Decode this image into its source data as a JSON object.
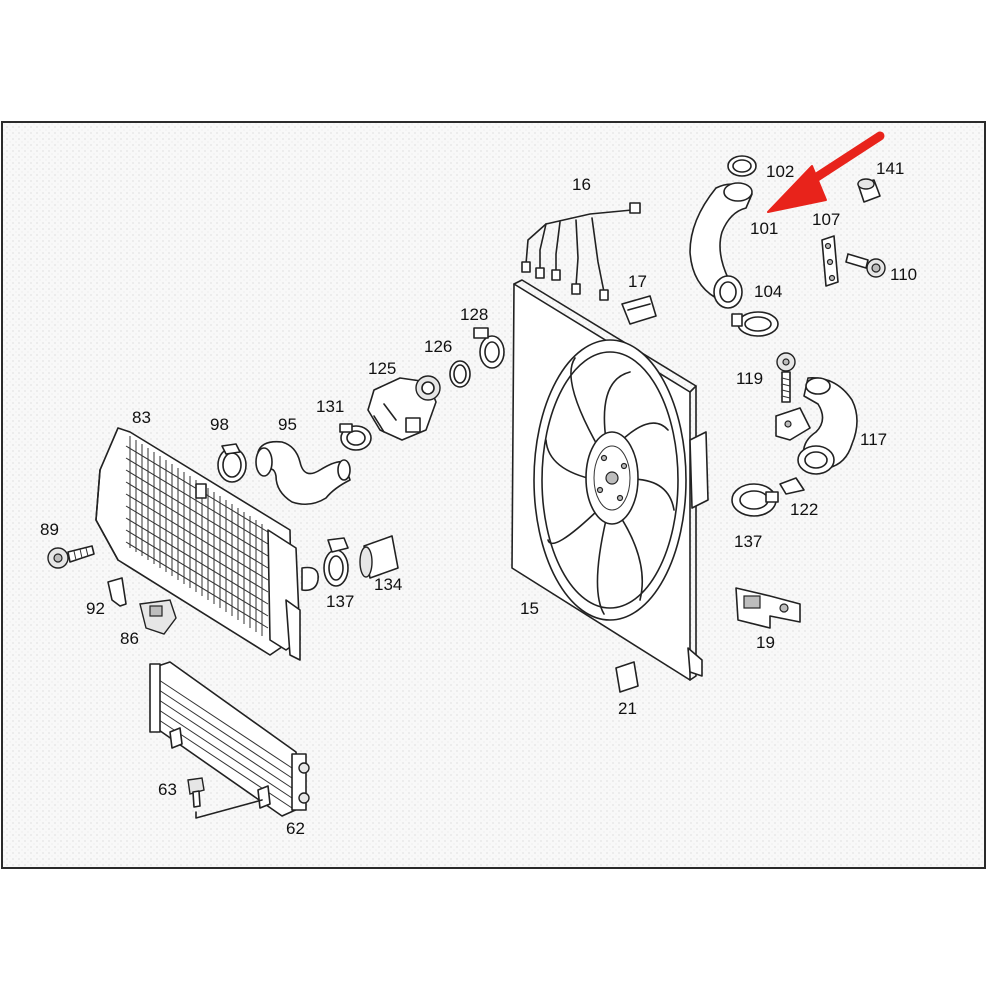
{
  "colors": {
    "frame": "#2a2a2a",
    "ink": "#1a1a1a",
    "background": "#f7f7f7",
    "highlight_arrow": "#e8231b"
  },
  "callouts": {
    "c15": "15",
    "c16": "16",
    "c17": "17",
    "c19": "19",
    "c21": "21",
    "c62": "62",
    "c63": "63",
    "c83": "83",
    "c86": "86",
    "c89": "89",
    "c92": "92",
    "c95": "95",
    "c98": "98",
    "c101": "101",
    "c102": "102",
    "c104": "104",
    "c107": "107",
    "c110": "110",
    "c117": "117",
    "c119": "119",
    "c122": "122",
    "c125": "125",
    "c126": "126",
    "c128": "128",
    "c131": "131",
    "c134": "134",
    "c137a": "137",
    "c137b": "137",
    "c141": "141"
  },
  "highlight": {
    "target": "101",
    "icon": "red-arrow-icon"
  }
}
